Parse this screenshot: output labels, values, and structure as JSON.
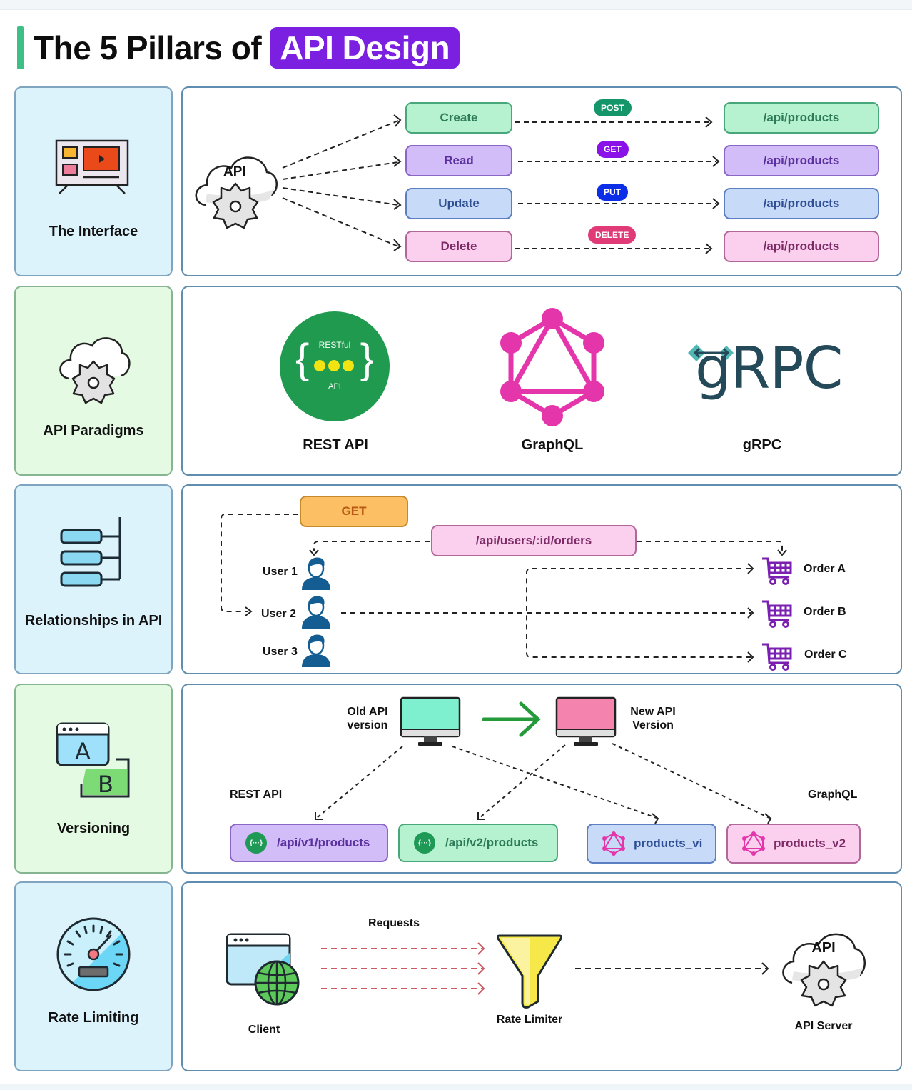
{
  "title": {
    "prefix": "The 5 Pillars of",
    "highlight": "API Design"
  },
  "pillars": [
    {
      "label": "The Interface",
      "icon": "tv-dashboard-icon",
      "diagram": {
        "source_label": "API",
        "operations": [
          {
            "label": "Create",
            "method": "POST",
            "endpoint": "/api/products",
            "method_color": "#14956a"
          },
          {
            "label": "Read",
            "method": "GET",
            "endpoint": "/api/products",
            "method_color": "#8a12e8"
          },
          {
            "label": "Update",
            "method": "PUT",
            "endpoint": "/api/products",
            "method_color": "#0b2ee6"
          },
          {
            "label": "Delete",
            "method": "DELETE",
            "endpoint": "/api/products",
            "method_color": "#e03a77"
          }
        ]
      }
    },
    {
      "label": "API Paradigms",
      "icon": "cloud-gear-icon",
      "diagram": {
        "paradigms": [
          {
            "name": "REST API",
            "logo": "restful-logo",
            "logo_top": "RESTful",
            "logo_bottom": "API"
          },
          {
            "name": "GraphQL",
            "logo": "graphql-logo"
          },
          {
            "name": "gRPC",
            "logo": "grpc-logo",
            "logo_text": "gRPC"
          }
        ]
      }
    },
    {
      "label": "Relationships in API",
      "icon": "hierarchy-icon",
      "diagram": {
        "method": "GET",
        "endpoint": "/api/users/:id/orders",
        "users": [
          "User 1",
          "User 2",
          "User 3"
        ],
        "orders": [
          "Order A",
          "Order B",
          "Order C"
        ]
      }
    },
    {
      "label": "Versioning",
      "icon": "ab-windows-icon",
      "diagram": {
        "old_label": "Old API version",
        "new_label": "New API Version",
        "rest_label": "REST API",
        "graphql_label": "GraphQL",
        "endpoints": [
          {
            "text": "/api/v1/products",
            "type": "rest"
          },
          {
            "text": "/api/v2/products",
            "type": "rest"
          },
          {
            "text": "products_vi",
            "type": "graphql"
          },
          {
            "text": "products_v2",
            "type": "graphql"
          }
        ]
      }
    },
    {
      "label": "Rate Limiting",
      "icon": "speedometer-icon",
      "diagram": {
        "client_label": "Client",
        "requests_label": "Requests",
        "limiter_label": "Rate Limiter",
        "server_label": "API Server",
        "server_cloud_text": "API"
      }
    }
  ]
}
